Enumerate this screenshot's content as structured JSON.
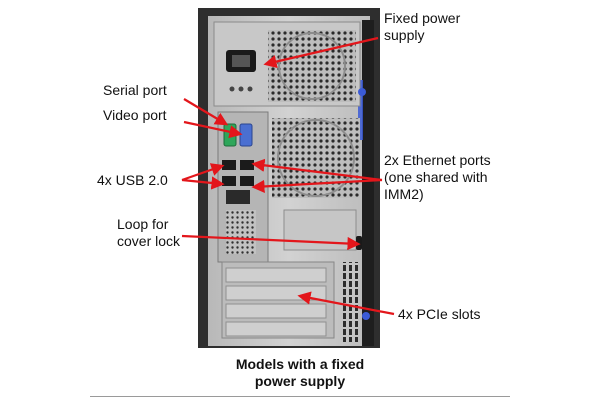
{
  "callouts": {
    "power_supply": {
      "line1": "Fixed power",
      "line2": "supply"
    },
    "serial_port": "Serial port",
    "video_port": "Video port",
    "usb": "4x USB 2.0",
    "ethernet": {
      "line1": "2x Ethernet ports",
      "line2": "(one shared with",
      "line3": "IMM2)"
    },
    "cover_lock": {
      "line1": "Loop for",
      "line2": "cover lock"
    },
    "pcie": "4x PCIe slots"
  },
  "caption": {
    "line1": "Models with a fixed",
    "line2": "power supply"
  },
  "colors": {
    "arrow": "#e3161b",
    "chassis": "#2e2e2e",
    "panel": "#c9c9c9",
    "serial_connector": "#2ea65a",
    "video_connector": "#4a6fd1",
    "screw_accent": "#3b5bd6",
    "text": "#111111"
  }
}
